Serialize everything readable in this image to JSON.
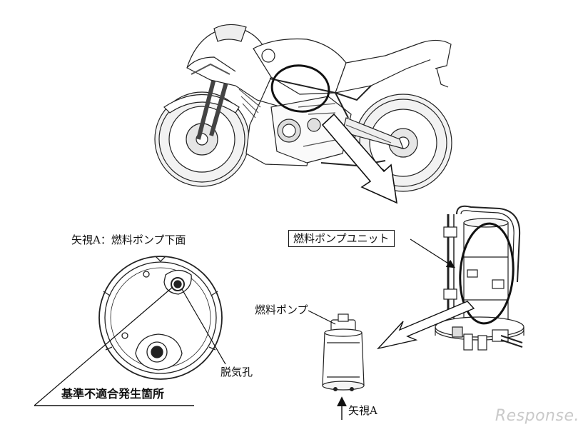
{
  "labels": {
    "view_a_title": "矢視A：燃料ポンプ下面",
    "fuel_pump_unit": "燃料ポンプユニット",
    "fuel_pump": "燃料ポンプ",
    "breather_hole": "脱気孔",
    "nonconformity_location": "基準不適合発生箇所",
    "view_a_arrow": "矢視A"
  },
  "watermark": "Response."
}
